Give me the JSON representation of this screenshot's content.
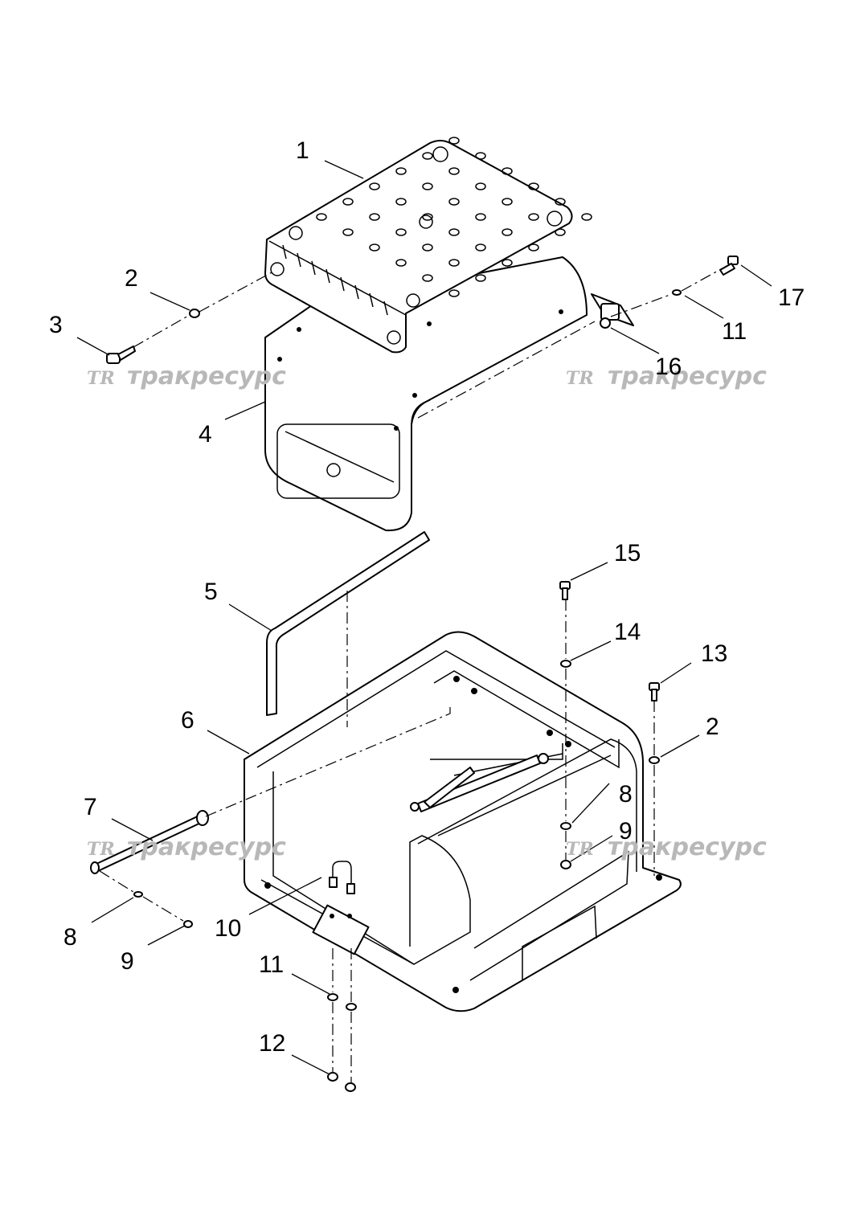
{
  "callouts": [
    {
      "id": "c1",
      "label": "1"
    },
    {
      "id": "c2a",
      "label": "2"
    },
    {
      "id": "c3",
      "label": "3"
    },
    {
      "id": "c4",
      "label": "4"
    },
    {
      "id": "c5",
      "label": "5"
    },
    {
      "id": "c6",
      "label": "6"
    },
    {
      "id": "c7",
      "label": "7"
    },
    {
      "id": "c8a",
      "label": "8"
    },
    {
      "id": "c9a",
      "label": "9"
    },
    {
      "id": "c10",
      "label": "10"
    },
    {
      "id": "c11a",
      "label": "11"
    },
    {
      "id": "c12",
      "label": "12"
    },
    {
      "id": "c13",
      "label": "13"
    },
    {
      "id": "c14",
      "label": "14"
    },
    {
      "id": "c15",
      "label": "15"
    },
    {
      "id": "c2b",
      "label": "2"
    },
    {
      "id": "c8b",
      "label": "8"
    },
    {
      "id": "c9b",
      "label": "9"
    },
    {
      "id": "c16",
      "label": "16"
    },
    {
      "id": "c11b",
      "label": "11"
    },
    {
      "id": "c17",
      "label": "17"
    }
  ],
  "watermark": {
    "logo": "TR",
    "text": "тракресурс"
  }
}
